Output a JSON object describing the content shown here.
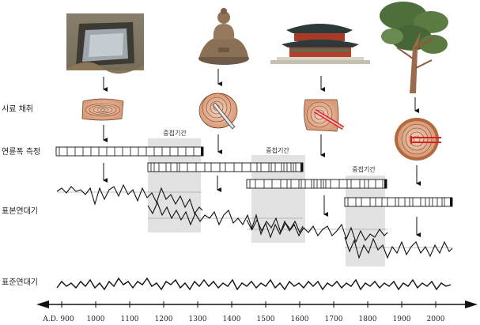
{
  "row_labels": {
    "sampling": "시료 채취",
    "ring_width": "연륜폭 측정",
    "sample_chronology": "표본연대기",
    "master_chronology": "표준연대기"
  },
  "overlap_labels": [
    "중첩기간",
    "중첩기간",
    "중첩기간"
  ],
  "timeline": {
    "ticks": [
      "A.D. 900",
      "1000",
      "1100",
      "1200",
      "1300",
      "1400",
      "1500",
      "1600",
      "1700",
      "1800",
      "1900",
      "2000"
    ]
  },
  "sources": [
    {
      "icon": "excavation-site-photo"
    },
    {
      "icon": "buddha-statue-photo"
    },
    {
      "icon": "korean-palace-photo"
    },
    {
      "icon": "pine-tree-photo"
    }
  ],
  "colors": {
    "overlap": "#e2e2e2",
    "line": "#111111",
    "wood": "#e9b99c",
    "marker": "#d62222"
  }
}
